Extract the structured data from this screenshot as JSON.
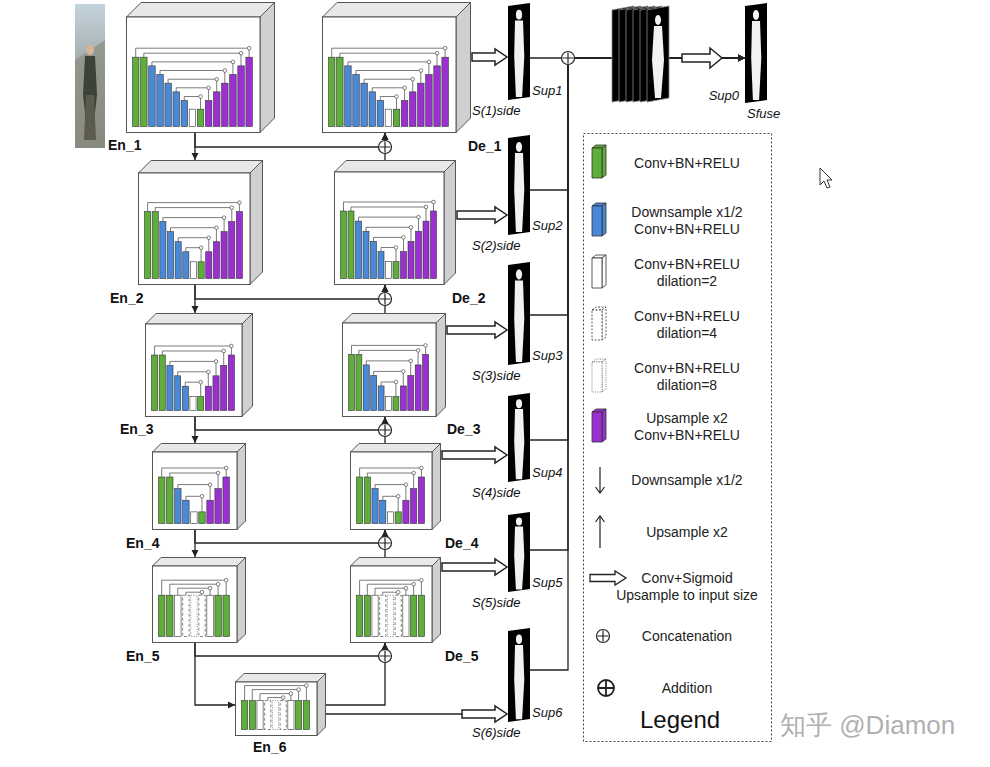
{
  "diagram": {
    "nodes": [
      {
        "text": [
          "En_1"
        ]
      },
      {
        "text": [
          "De_1"
        ]
      },
      {
        "text": [
          "S(1)side",
          "Sup1"
        ]
      },
      {
        "text": [
          "Sup0",
          "Sfuse"
        ]
      },
      {
        "text": [
          "En_2"
        ]
      },
      {
        "text": [
          "De_2"
        ]
      },
      {
        "text": [
          "S(2)side",
          "Sup2"
        ]
      },
      {
        "text": [
          "En_3"
        ]
      },
      {
        "text": [
          "De_3"
        ]
      },
      {
        "text": [
          "S(3)side",
          "Sup3"
        ]
      },
      {
        "text": [
          "En_4"
        ]
      },
      {
        "text": [
          "De_4"
        ]
      },
      {
        "text": [
          "S(4)side",
          "Sup4"
        ]
      },
      {
        "text": [
          "En_5"
        ]
      },
      {
        "text": [
          "De_5"
        ]
      },
      {
        "text": [
          "S(5)side",
          "Sup5"
        ]
      },
      {
        "text": [
          "En_6"
        ]
      },
      {
        "text": [
          "S(6)side",
          "Sup6"
        ]
      }
    ],
    "edges": [
      {
        "from": 0,
        "to": 4,
        "arrow": "to"
      },
      {
        "from": 4,
        "to": 7,
        "arrow": "to"
      },
      {
        "from": 7,
        "to": 10,
        "arrow": "to"
      },
      {
        "from": 10,
        "to": 13,
        "arrow": "to"
      },
      {
        "from": 13,
        "to": 16,
        "arrow": "to"
      },
      {
        "from": 0,
        "to": 1,
        "arrow": "to"
      },
      {
        "from": 4,
        "to": 5,
        "arrow": "to"
      },
      {
        "from": 7,
        "to": 8,
        "arrow": "to"
      },
      {
        "from": 10,
        "to": 11,
        "arrow": "to"
      },
      {
        "from": 13,
        "to": 14,
        "arrow": "to"
      },
      {
        "from": 16,
        "to": 14,
        "arrow": "to"
      },
      {
        "from": 5,
        "to": 1,
        "arrow": "to"
      },
      {
        "from": 8,
        "to": 5,
        "arrow": "to"
      },
      {
        "from": 11,
        "to": 8,
        "arrow": "to"
      },
      {
        "from": 14,
        "to": 11,
        "arrow": "to"
      },
      {
        "from": 1,
        "to": 2,
        "arrow": "to"
      },
      {
        "from": 5,
        "to": 6,
        "arrow": "to"
      },
      {
        "from": 8,
        "to": 9,
        "arrow": "to"
      },
      {
        "from": 11,
        "to": 12,
        "arrow": "to"
      },
      {
        "from": 14,
        "to": 15,
        "arrow": "to"
      },
      {
        "from": 16,
        "to": 17,
        "arrow": "to"
      },
      {
        "from": 2,
        "to": 3,
        "arrow": "to"
      },
      {
        "from": 6,
        "to": 3,
        "arrow": "to"
      },
      {
        "from": 9,
        "to": 3,
        "arrow": "to"
      },
      {
        "from": 12,
        "to": 3,
        "arrow": "to"
      },
      {
        "from": 15,
        "to": 3,
        "arrow": "to"
      },
      {
        "from": 17,
        "to": 3,
        "arrow": "to"
      }
    ],
    "labels": [
      "Legend",
      "知乎 @Diamon"
    ],
    "legend": [
      {
        "text": "Conv+BN+RELU",
        "color": "#5fad3b"
      },
      {
        "text": "Downsample x1/2 Conv+BN+RELU",
        "color": "#4a88d8"
      },
      {
        "text": "Conv+BN+RELU dilation=2",
        "color": "#ffffff"
      },
      {
        "text": "Conv+BN+RELU dilation=4"
      },
      {
        "text": "Conv+BN+RELU dilation=8"
      },
      {
        "text": "Upsample x2 Conv+BN+RELU",
        "color": "#9b30d2"
      },
      {
        "text": "Downsample x1/2"
      },
      {
        "text": "Upsample x2"
      },
      {
        "text": "Conv+Sigmoid Upsample to input size"
      },
      {
        "text": "Concatenation"
      },
      {
        "text": "Addition"
      }
    ]
  }
}
